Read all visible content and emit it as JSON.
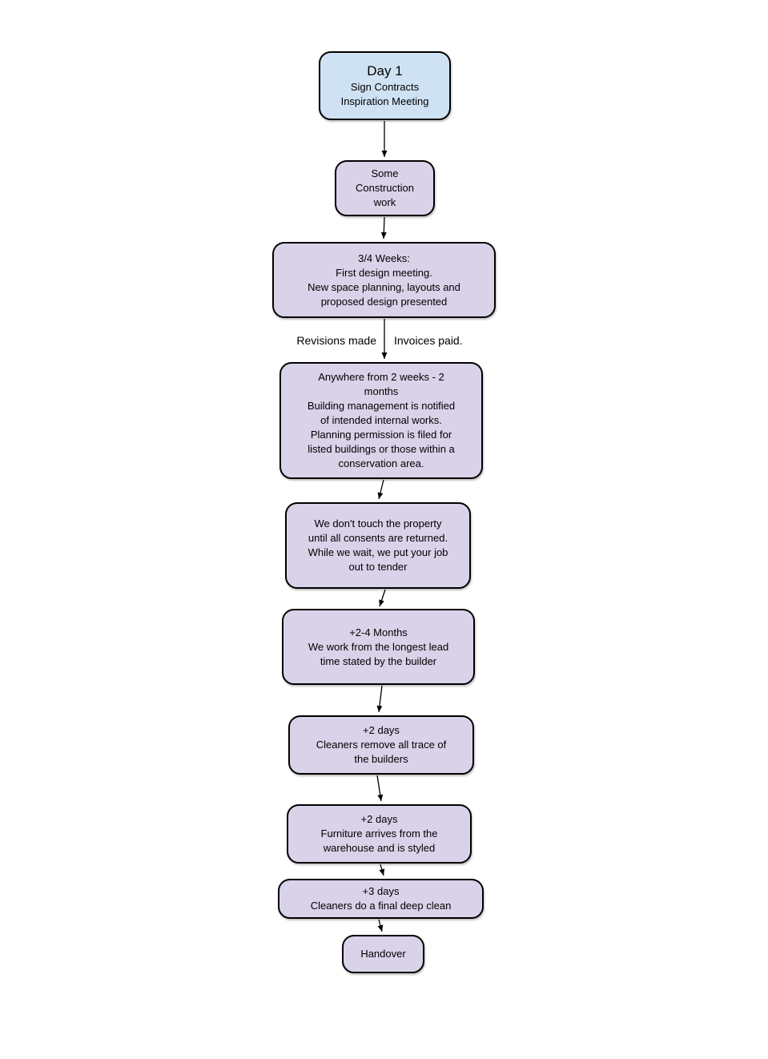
{
  "diagram": {
    "type": "flowchart",
    "orientation": "vertical",
    "background": "#ffffff"
  },
  "colors": {
    "start_node_fill": "#cfe2f3",
    "step_node_fill": "#d9d2e9",
    "node_border": "#000000",
    "text": "#000000",
    "connector": "#000000"
  },
  "nodes": [
    {
      "id": "day-1",
      "title": "Day 1",
      "text": "Sign Contracts\nInspiration Meeting"
    },
    {
      "id": "construction",
      "text": "Some\nConstruction\nwork"
    },
    {
      "id": "design-meeting",
      "text": "3/4 Weeks:\nFirst design meeting.\nNew space planning, layouts and\nproposed design presented"
    },
    {
      "id": "permissions",
      "text": "Anywhere from 2 weeks - 2\nmonths\nBuilding management is notified\nof intended internal works.\nPlanning permission is filed for\nlisted buildings or those within a\nconservation area."
    },
    {
      "id": "tender",
      "text": "We don't touch the property\nuntil all consents are returned.\nWhile we wait, we put your job\nout to tender"
    },
    {
      "id": "build",
      "text": "+2-4 Months\nWe work from the longest lead\ntime stated by the builder"
    },
    {
      "id": "builders-clean",
      "text": "+2 days\nCleaners remove all trace of\nthe builders"
    },
    {
      "id": "furniture",
      "text": "+2 days\nFurniture arrives from the\nwarehouse and is styled"
    },
    {
      "id": "deep-clean",
      "text": "+3 days\nCleaners do a final deep clean"
    },
    {
      "id": "handover",
      "text": "Handover"
    }
  ],
  "edge_labels": {
    "revisions": "Revisions made",
    "invoices": "Invoices paid."
  }
}
